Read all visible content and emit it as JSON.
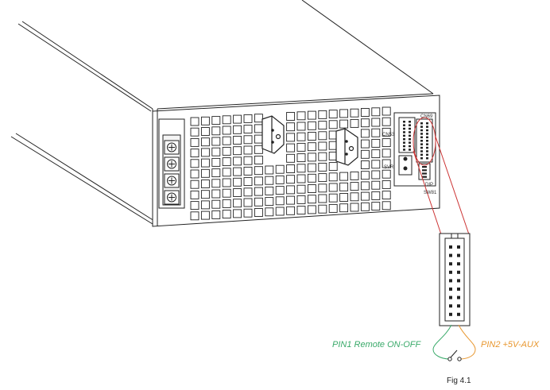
{
  "labels": {
    "cn69": "CN69",
    "cn53": "CN53",
    "svr": "SVR",
    "dip": "DIP",
    "sw81": "SW81"
  },
  "pins": {
    "pin1": "PIN1 Remote ON-OFF",
    "pin2": "PIN2 +5V-AUX"
  },
  "caption": "Fig 4.1",
  "colors": {
    "outline": "#222222",
    "callout": "#cc3333",
    "pin1": "#3aaa6a",
    "pin2": "#e8972f"
  }
}
